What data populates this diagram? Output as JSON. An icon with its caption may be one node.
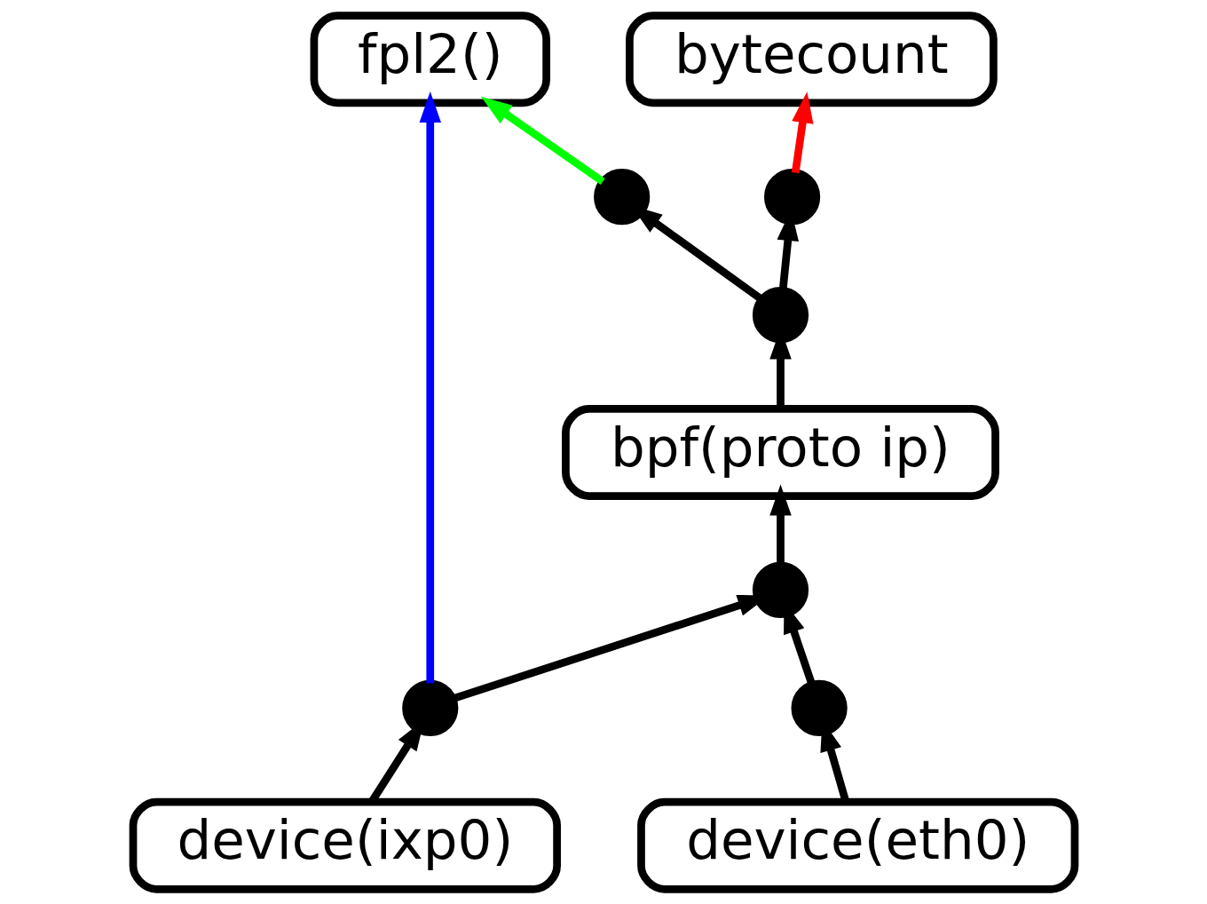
{
  "diagram": {
    "nodes": [
      {
        "text": [
          "fpl2()"
        ]
      },
      {
        "text": [
          "bytecount"
        ]
      },
      {
        "text": [],
        "shape": "circle"
      },
      {
        "text": [],
        "shape": "circle"
      },
      {
        "text": [],
        "shape": "circle"
      },
      {
        "text": [
          "bpf(proto ip)"
        ]
      },
      {
        "text": [],
        "shape": "circle"
      },
      {
        "text": [],
        "shape": "circle"
      },
      {
        "text": [],
        "shape": "circle"
      },
      {
        "text": [
          "device(ixp0)"
        ]
      },
      {
        "text": [
          "device(eth0)"
        ]
      }
    ],
    "edges": [
      {
        "from": 9,
        "to": 7,
        "arrow": "to"
      },
      {
        "from": 10,
        "to": 8,
        "arrow": "to"
      },
      {
        "from": 7,
        "to": 6,
        "arrow": "to"
      },
      {
        "from": 8,
        "to": 6,
        "arrow": "to"
      },
      {
        "from": 6,
        "to": 5,
        "arrow": "to"
      },
      {
        "from": 5,
        "to": 4,
        "arrow": "to"
      },
      {
        "from": 4,
        "to": 2,
        "arrow": "to"
      },
      {
        "from": 4,
        "to": 3,
        "arrow": "to"
      },
      {
        "from": 2,
        "to": 0,
        "arrow": "to",
        "color": "#00ff00"
      },
      {
        "from": 3,
        "to": 1,
        "arrow": "to",
        "color": "#ff0000"
      },
      {
        "from": 7,
        "to": 0,
        "arrow": "to",
        "color": "#0000ff"
      }
    ]
  }
}
